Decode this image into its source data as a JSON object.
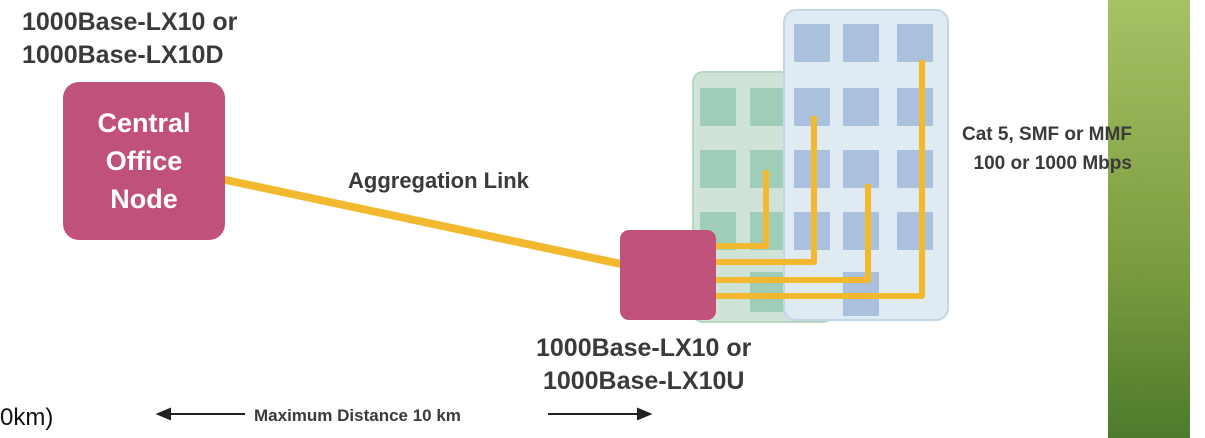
{
  "labels": {
    "top_device": [
      "1000Base-LX10 or",
      "1000Base-LX10D"
    ],
    "central_office": [
      "Central",
      "Office",
      "Node"
    ],
    "aggregation_link": "Aggregation Link",
    "cabling": [
      "Cat 5, SMF or MMF",
      "100 or 1000 Mbps"
    ],
    "bottom_device": [
      "1000Base-LX10 or",
      "1000Base-LX10U"
    ],
    "max_distance": "Maximum Distance 10 km",
    "cut_off_text": "0km)"
  },
  "colors": {
    "node": "#c0517a",
    "link": "#f2b92e",
    "building_front": "#dfeaf2",
    "building_back": "#cfe4d6",
    "window_front": "#a9c1dc",
    "window_back": "#9ecdb8",
    "side_bar": "#7b9d3f"
  }
}
